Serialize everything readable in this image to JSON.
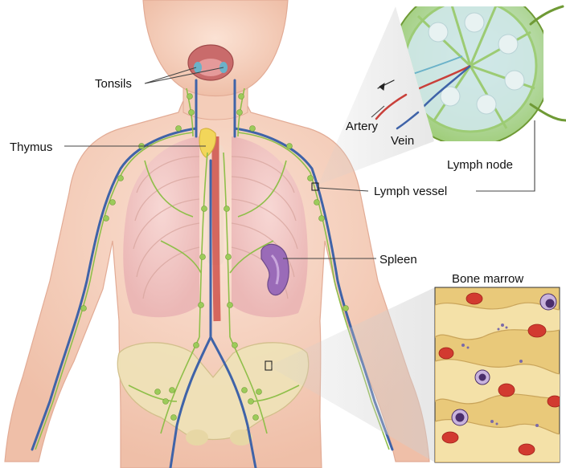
{
  "labels": {
    "tonsils": "Tonsils",
    "thymus": "Thymus",
    "artery": "Artery",
    "vein": "Vein",
    "lymph_node": "Lymph node",
    "lymph_vessel": "Lymph vessel",
    "spleen": "Spleen",
    "bone_marrow": "Bone marrow"
  },
  "colors": {
    "skin": "#f6d3c2",
    "skin_shadow": "#eab9a3",
    "lymph_green": "#8fbf4a",
    "vein_blue": "#3f63a8",
    "artery_red": "#c9403a",
    "thymus_yellow": "#f2d65a",
    "spleen_purple": "#9a6bb8",
    "bone": "#efe2b8",
    "marrow_bg": "#e9c97a",
    "node_green": "#a9cf72",
    "node_fill": "#cfe7e8"
  }
}
